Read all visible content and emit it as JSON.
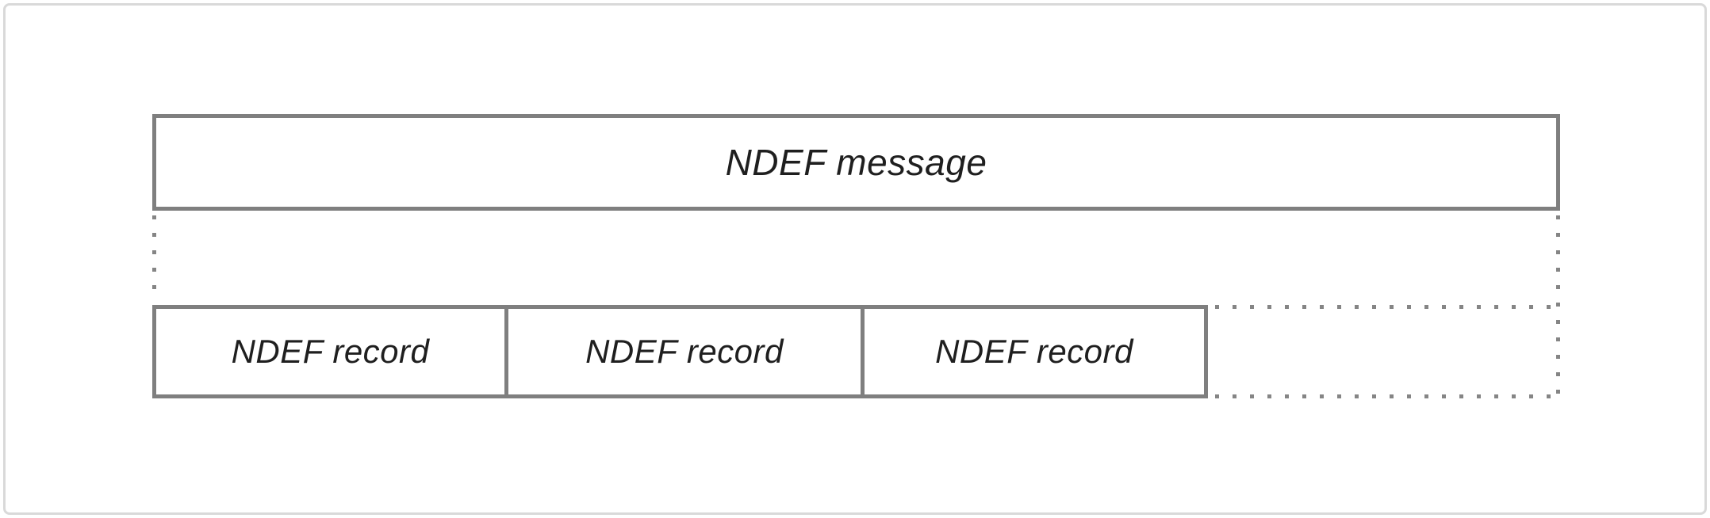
{
  "diagram": {
    "message": {
      "label": "NDEF message"
    },
    "records": [
      {
        "label": "NDEF record"
      },
      {
        "label": "NDEF record"
      },
      {
        "label": "NDEF record"
      }
    ]
  },
  "colors": {
    "box_border": "#7f7f7f",
    "dotted_line": "#858585",
    "text": "#1f1f1f",
    "outer_frame": "#d9d9d9",
    "background": "#ffffff"
  }
}
